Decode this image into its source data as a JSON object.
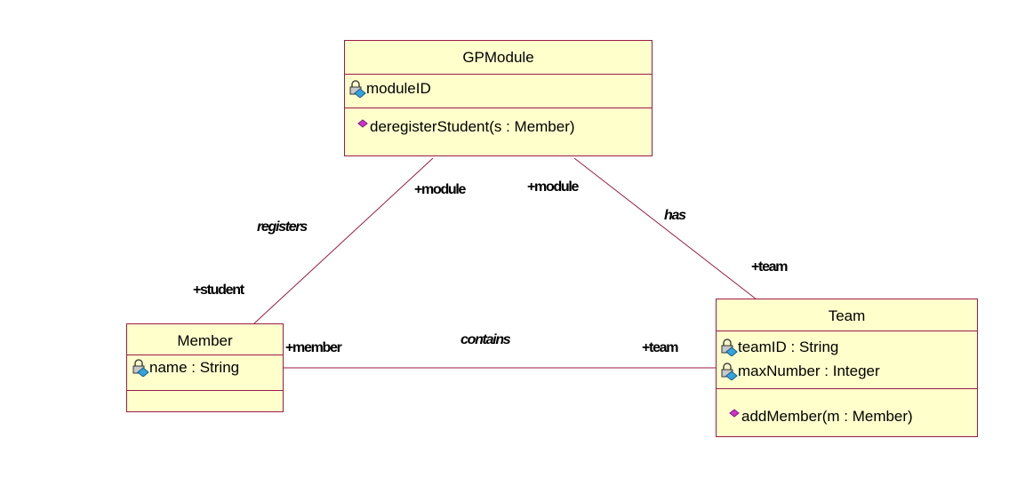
{
  "classes": {
    "gpmodule": {
      "name": "GPModule",
      "attributes": [
        "moduleID"
      ],
      "operations": [
        "deregisterStudent(s : Member)"
      ]
    },
    "member": {
      "name": "Member",
      "attributes": [
        "name : String"
      ],
      "operations": []
    },
    "team": {
      "name": "Team",
      "attributes": [
        "teamID : String",
        "maxNumber : Integer"
      ],
      "operations": [
        "addMember(m : Member)"
      ]
    }
  },
  "associations": {
    "registers": {
      "name": "registers",
      "gpmodule_role": "+module",
      "member_role": "+student"
    },
    "has": {
      "name": "has",
      "gpmodule_role": "+module",
      "team_role": "+team"
    },
    "contains": {
      "name": "contains",
      "member_role": "+member",
      "team_role": "+team"
    }
  },
  "colors": {
    "class_fill": "#ffffcc",
    "class_border": "#9b1b48",
    "association_line": "#9b1b48",
    "operation_icon": "#cc33cc",
    "attribute_icon": "#33a3dc"
  },
  "icons": {
    "attribute": "private-attribute-lock-icon",
    "operation": "public-operation-diamond-icon"
  }
}
